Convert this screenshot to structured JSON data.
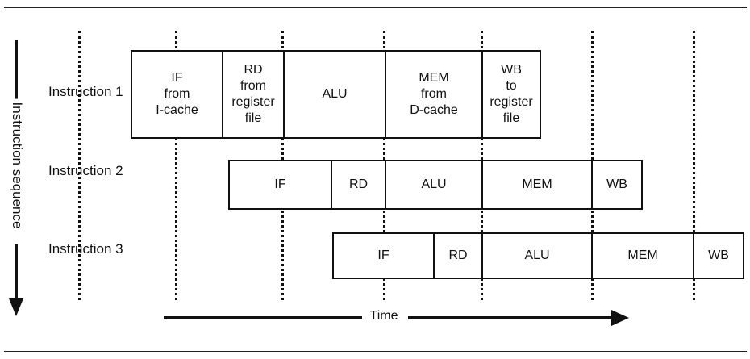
{
  "axes": {
    "vertical_label": "Instruction sequence",
    "horizontal_label": "Time"
  },
  "instructions": [
    {
      "label": "Instruction 1",
      "stages": [
        {
          "text": "IF\nfrom\nI-cache"
        },
        {
          "text": "RD\nfrom\nregister\nfile"
        },
        {
          "text": "ALU"
        },
        {
          "text": "MEM\nfrom\nD-cache"
        },
        {
          "text": "WB\nto\nregister\nfile"
        }
      ]
    },
    {
      "label": "Instruction 2",
      "stages": [
        {
          "text": "IF"
        },
        {
          "text": "RD"
        },
        {
          "text": "ALU"
        },
        {
          "text": "MEM"
        },
        {
          "text": "WB"
        }
      ]
    },
    {
      "label": "Instruction 3",
      "stages": [
        {
          "text": "IF"
        },
        {
          "text": "RD"
        },
        {
          "text": "ALU"
        },
        {
          "text": "MEM"
        },
        {
          "text": "WB"
        }
      ]
    }
  ]
}
